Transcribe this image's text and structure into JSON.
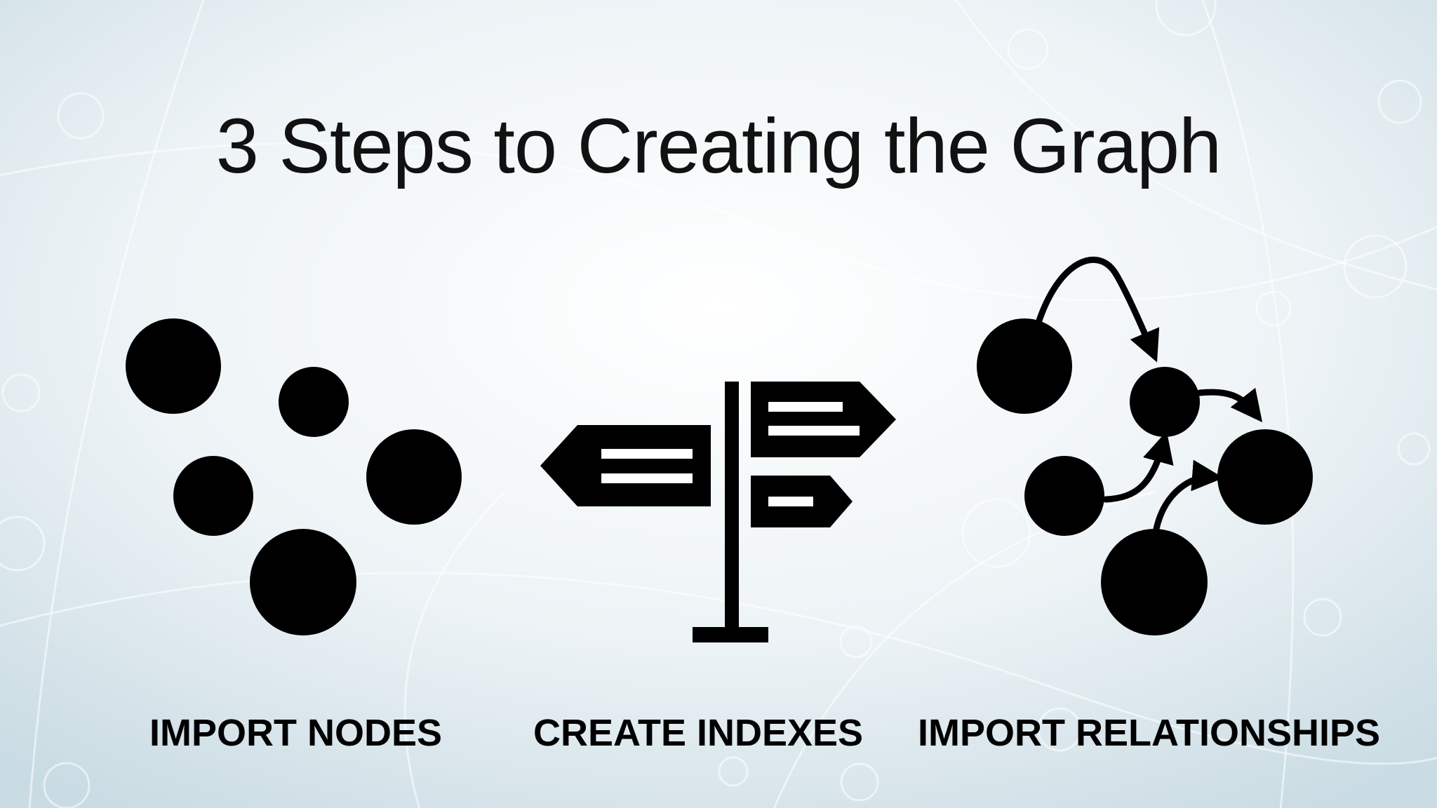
{
  "slide": {
    "title": "3 Steps to Creating the Graph",
    "background_color": "#e6eff4",
    "foreground_color": "#000000"
  },
  "steps": [
    {
      "label": "IMPORT NODES",
      "icon": "nodes-icon"
    },
    {
      "label": "CREATE INDEXES",
      "icon": "signpost-icon"
    },
    {
      "label": "IMPORT RELATIONSHIPS",
      "icon": "graph-relationships-icon"
    }
  ]
}
